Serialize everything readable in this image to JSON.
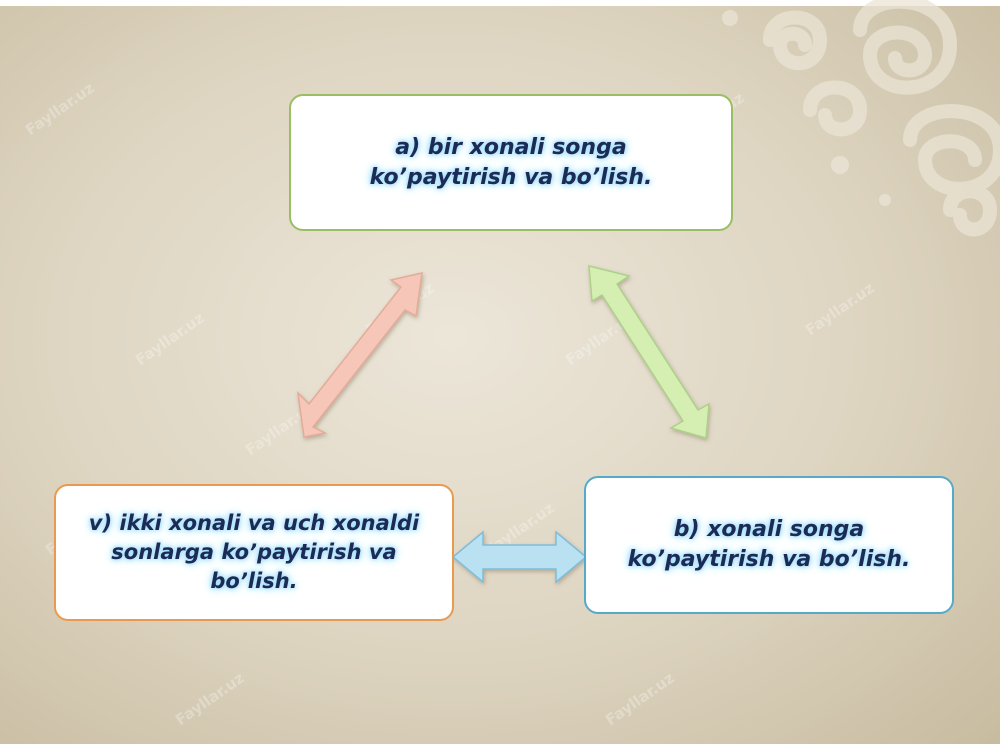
{
  "watermark": "Fayllar.uz",
  "boxes": {
    "a": {
      "line1": "a) bir xonali songa",
      "line2": "ko’paytirish va bo’lish."
    },
    "b": {
      "line1": "b) xonali songa",
      "line2": "ko’paytirish va bo’lish."
    },
    "v": {
      "line1": "v) ikki xonali va uch xonaldi",
      "line2": "sonlarga ko’paytirish va",
      "line3": "bo’lish."
    }
  },
  "colors": {
    "arrow_left": "#f6c6b8",
    "arrow_right": "#d5efb3",
    "arrow_bottom": "#b9e1f2",
    "border_a": "#9bbd64",
    "border_b": "#56aac8",
    "border_v": "#ea9a50"
  }
}
